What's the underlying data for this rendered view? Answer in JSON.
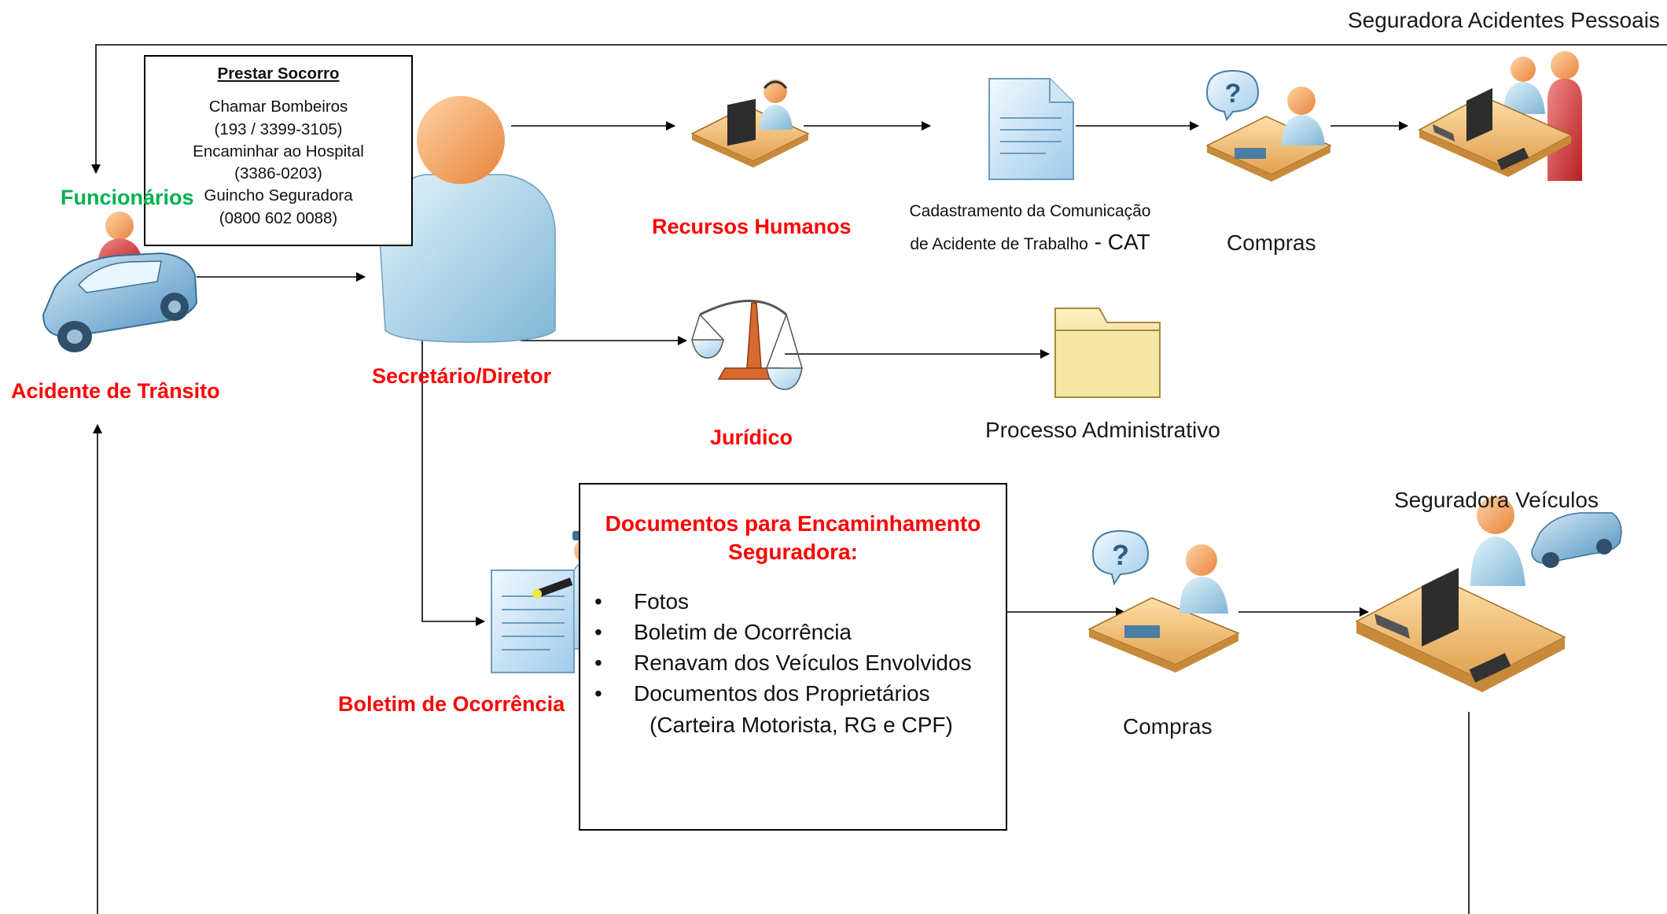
{
  "nodes": {
    "seguradora_acidentes": "Seguradora Acidentes Pessoais",
    "funcionarios": "Funcionários",
    "acidente_transito": "Acidente de Trânsito",
    "secretario_diretor": "Secretário/Diretor",
    "recursos_humanos": "Recursos Humanos",
    "cat_line1": "Cadastramento da Comunicação",
    "cat_line2": "de Acidente de Trabalho",
    "cat_suffix": " - CAT",
    "compras_top": "Compras",
    "juridico": "Jurídico",
    "processo_administrativo": "Processo Administrativo",
    "boletim_ocorrencia": "Boletim de Ocorrência",
    "compras_bottom": "Compras",
    "seguradora_veiculos": "Seguradora Veículos"
  },
  "socorro_box": {
    "title": "Prestar Socorro",
    "line1": "Chamar Bombeiros",
    "line2": "(193 / 3399-3105)",
    "line3": "Encaminhar ao Hospital",
    "line4": "(3386-0203)",
    "line5": "Guincho Seguradora",
    "line6": "(0800 602 0088)"
  },
  "docs_box": {
    "title_line1": "Documentos para Encaminhamento",
    "title_line2": "Seguradora:",
    "items": [
      "Fotos",
      "Boletim de Ocorrência",
      "Renavam dos Veículos Envolvidos",
      "Documentos dos Proprietários"
    ],
    "note": "(Carteira Motorista, RG e CPF)"
  },
  "colors": {
    "label_red": "#ff0000",
    "label_green": "#00b050",
    "person_skin": "#f4a460",
    "person_body": "#a9d4ec",
    "desk": "#f5c77e"
  },
  "icons": [
    "car-icon",
    "person-icon",
    "call-center-icon",
    "document-icon",
    "help-desk-icon",
    "insurance-agent-icon",
    "scales-icon",
    "folder-icon",
    "police-officer-icon",
    "small-car-icon"
  ]
}
